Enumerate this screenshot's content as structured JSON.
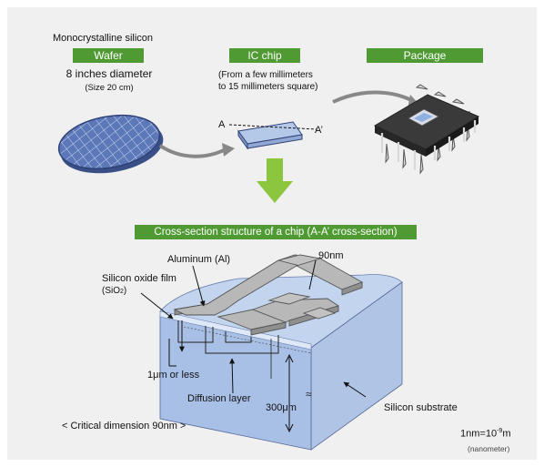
{
  "wafer": {
    "material": "Monocrystalline silicon",
    "tag": "Wafer",
    "diameter": "8 inches diameter",
    "size": "(Size 20 cm)"
  },
  "chip": {
    "tag": "IC chip",
    "range_line1": "(From a few millimeters",
    "range_line2": "to 15 millimeters square)",
    "label_a": "A",
    "label_a_prime": "A’"
  },
  "package": {
    "tag": "Package"
  },
  "cross_section": {
    "tag": "Cross-section structure of a chip (A-A’ cross-section)",
    "aluminum": "Aluminum (Al)",
    "width_90": "90nm",
    "oxide_line1": "Silicon oxide film",
    "oxide_line2": "(SiO",
    "oxide_sub": "2",
    "oxide_close": ")",
    "depth_1um": "1μm or less",
    "diffusion": "Diffusion layer",
    "thickness": "300μm",
    "substrate": "Silicon substrate",
    "critical": "< Critical dimension 90nm >",
    "nm_def_a": "1nm",
    "nm_def_eq": "=10",
    "nm_def_exp": "-9",
    "nm_def_unit": "m",
    "nm_def_note": "(nanometer)",
    "wavy": "≈"
  },
  "colors": {
    "tag_green": "#4f9a33",
    "panel_gray": "#f0f0f0",
    "silicon_blue": "#b4c8e8",
    "aluminum_gray": "#b8b8b8",
    "arrow_green": "#8cc63f"
  }
}
